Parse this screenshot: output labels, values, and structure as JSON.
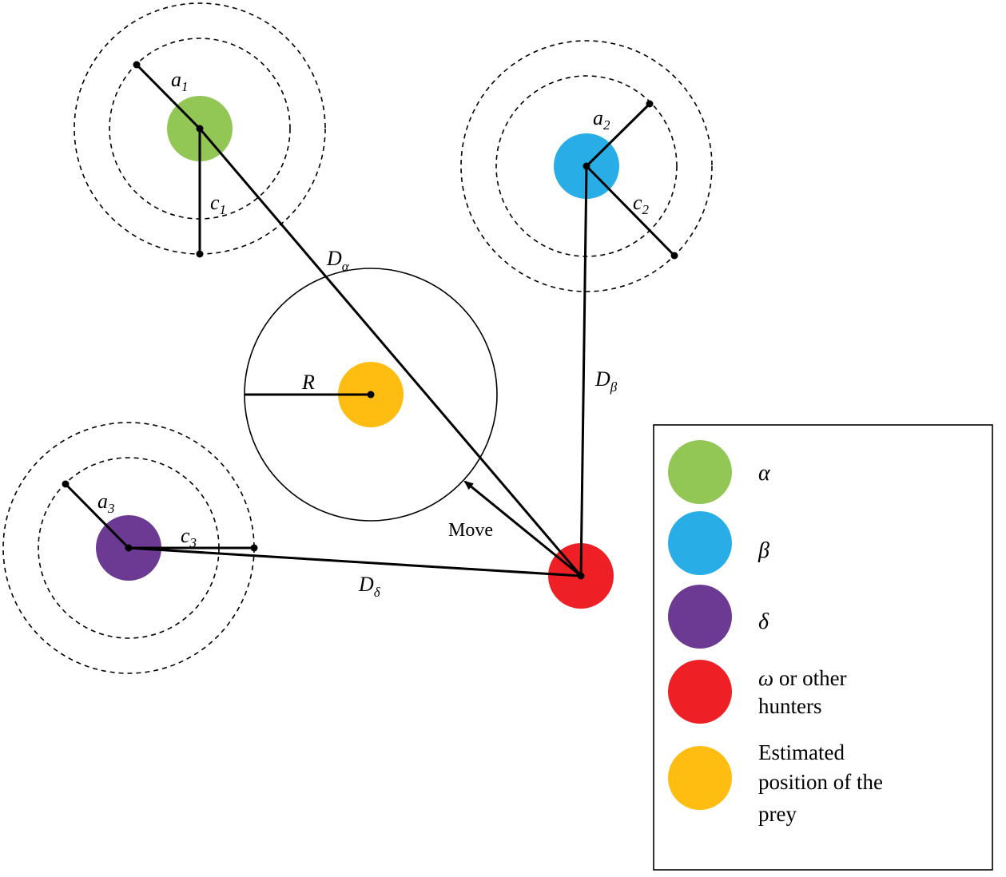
{
  "colors": {
    "alpha": "#92c756",
    "beta": "#28ade6",
    "delta": "#6c3a93",
    "omega": "#ee2026",
    "prey": "#ffbd12",
    "line": "#000000"
  },
  "labels": {
    "a1": {
      "base": "a",
      "sub": "1"
    },
    "c1": {
      "base": "c",
      "sub": "1"
    },
    "a2": {
      "base": "a",
      "sub": "2"
    },
    "c2": {
      "base": "c",
      "sub": "2"
    },
    "a3": {
      "base": "a",
      "sub": "3"
    },
    "c3": {
      "base": "c",
      "sub": "3"
    },
    "d_alpha": {
      "base": "D",
      "sub": "α"
    },
    "d_beta": {
      "base": "D",
      "sub": "β"
    },
    "d_delta": {
      "base": "D",
      "sub": "δ"
    },
    "r": "R",
    "move": "Move"
  },
  "legend": [
    {
      "key": "alpha",
      "lines": [
        "α"
      ],
      "greek": true
    },
    {
      "key": "beta",
      "lines": [
        "β"
      ],
      "greek": true
    },
    {
      "key": "delta",
      "lines": [
        "δ"
      ],
      "greek": true
    },
    {
      "key": "omega",
      "lines": [
        "ω or other",
        "hunters"
      ],
      "greek": false,
      "lead_glyph": "ω"
    },
    {
      "key": "prey",
      "lines": [
        "Estimated",
        "position of the",
        "prey"
      ],
      "greek": false
    }
  ]
}
